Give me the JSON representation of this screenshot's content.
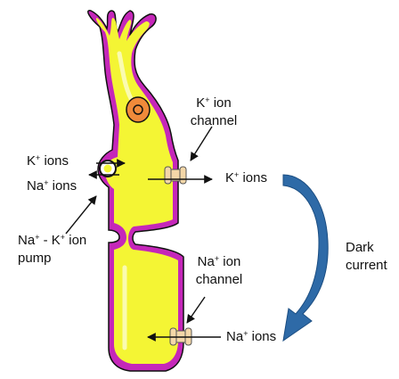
{
  "colors": {
    "cytoplasm": "#f4f534",
    "cytoplasm_light": "#fafbb0",
    "membrane": "#c527b9",
    "nucleus": "#f08a3a",
    "channel": "#f4d7a8",
    "arrow_curve": "#2e6aa7"
  },
  "labels": {
    "k_channel": {
      "line1": "K",
      "sup1": "+",
      "rest1": " ion",
      "line2": "channel"
    },
    "k_ions_left": {
      "base": "K",
      "sup": "+",
      "rest": " ions"
    },
    "na_ions_left": {
      "base": "Na",
      "sup": "+",
      "rest": " ions"
    },
    "k_ions_right": {
      "base": "K",
      "sup": "+",
      "rest": " ions"
    },
    "pump": {
      "a": "Na",
      "asup": "+",
      "mid": " - K",
      "bsup": "+",
      "rest": " ion",
      "line2": "pump"
    },
    "dark_current": {
      "line1": "Dark",
      "line2": "current"
    },
    "na_channel": {
      "line1": "Na",
      "sup1": "+",
      "rest1": " ion",
      "line2": "channel"
    },
    "na_ions_right": {
      "base": "Na",
      "sup": "+",
      "rest": " ions"
    }
  }
}
